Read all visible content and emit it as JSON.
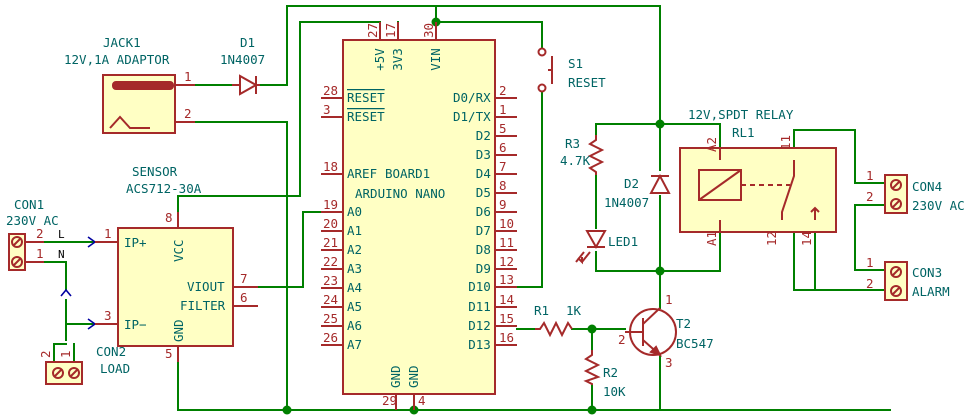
{
  "components": {
    "jack1": {
      "ref": "JACK1",
      "value": "12V,1A ADAPTOR",
      "pins": [
        "1",
        "2"
      ]
    },
    "d1": {
      "ref": "D1",
      "value": "1N4007"
    },
    "con1": {
      "ref": "CON1",
      "value": "230V AC",
      "pins": [
        "2",
        "1"
      ],
      "net_labels": [
        "L",
        "N"
      ]
    },
    "sensor": {
      "ref": "SENSOR",
      "value": "ACS712-30A",
      "pins": {
        "vcc": "8",
        "ipp": "1",
        "ipm": "3",
        "viout": "7",
        "filter": "6",
        "gnd": "5"
      },
      "pin_names": {
        "vcc": "VCC",
        "ipp": "IP+",
        "ipm": "IP−",
        "viout": "VIOUT",
        "filter": "FILTER",
        "gnd": "GND"
      }
    },
    "con2": {
      "ref": "CON2",
      "value": "LOAD",
      "pins": [
        "2",
        "1"
      ]
    },
    "board1": {
      "ref": "BOARD1",
      "value": "ARDUINO NANO",
      "top_pins": [
        {
          "num": "27",
          "name": "+5V"
        },
        {
          "num": "17",
          "name": "3V3"
        },
        {
          "num": "30",
          "name": "VIN"
        }
      ],
      "left_pins": [
        {
          "num": "28",
          "name": "RESET"
        },
        {
          "num": "3",
          "name": "RESET"
        },
        {
          "num": "18",
          "name": "AREF"
        },
        {
          "num": "19",
          "name": "A0"
        },
        {
          "num": "20",
          "name": "A1"
        },
        {
          "num": "21",
          "name": "A2"
        },
        {
          "num": "22",
          "name": "A3"
        },
        {
          "num": "23",
          "name": "A4"
        },
        {
          "num": "24",
          "name": "A5"
        },
        {
          "num": "25",
          "name": "A6"
        },
        {
          "num": "26",
          "name": "A7"
        }
      ],
      "right_pins": [
        {
          "num": "2",
          "name": "D0/RX"
        },
        {
          "num": "1",
          "name": "D1/TX"
        },
        {
          "num": "5",
          "name": "D2"
        },
        {
          "num": "6",
          "name": "D3"
        },
        {
          "num": "7",
          "name": "D4"
        },
        {
          "num": "8",
          "name": "D5"
        },
        {
          "num": "9",
          "name": "D6"
        },
        {
          "num": "10",
          "name": "D7"
        },
        {
          "num": "11",
          "name": "D8"
        },
        {
          "num": "12",
          "name": "D9"
        },
        {
          "num": "13",
          "name": "D10"
        },
        {
          "num": "14",
          "name": "D11"
        },
        {
          "num": "15",
          "name": "D12"
        },
        {
          "num": "16",
          "name": "D13"
        }
      ],
      "bottom_pins": [
        {
          "num": "29",
          "name": "GND"
        },
        {
          "num": "4",
          "name": "GND"
        }
      ]
    },
    "s1": {
      "ref": "S1",
      "value": "RESET"
    },
    "r3": {
      "ref": "R3",
      "value": "4.7K"
    },
    "led1": {
      "ref": "LED1"
    },
    "d2": {
      "ref": "D2",
      "value": "1N4007"
    },
    "rl1": {
      "ref": "RL1",
      "value": "12V,SPDT RELAY",
      "pins": {
        "a2": "A2",
        "a1": "A1",
        "p11": "11",
        "p12": "12",
        "p14": "14"
      }
    },
    "con4": {
      "ref": "CON4",
      "value": "230V AC",
      "pins": [
        "1",
        "2"
      ]
    },
    "con3": {
      "ref": "CON3",
      "value": "ALARM",
      "pins": [
        "1",
        "2"
      ]
    },
    "r1": {
      "ref": "R1",
      "value": "1K"
    },
    "r2": {
      "ref": "R2",
      "value": "10K"
    },
    "t2": {
      "ref": "T2",
      "value": "BC547",
      "pins": {
        "c": "1",
        "b": "2",
        "e": "3"
      }
    }
  },
  "colors": {
    "wire": "#008000",
    "symbol": "#a52a2a",
    "body_fill": "#ffffc4",
    "text": "#006464",
    "no_connect": "#0000a0"
  }
}
